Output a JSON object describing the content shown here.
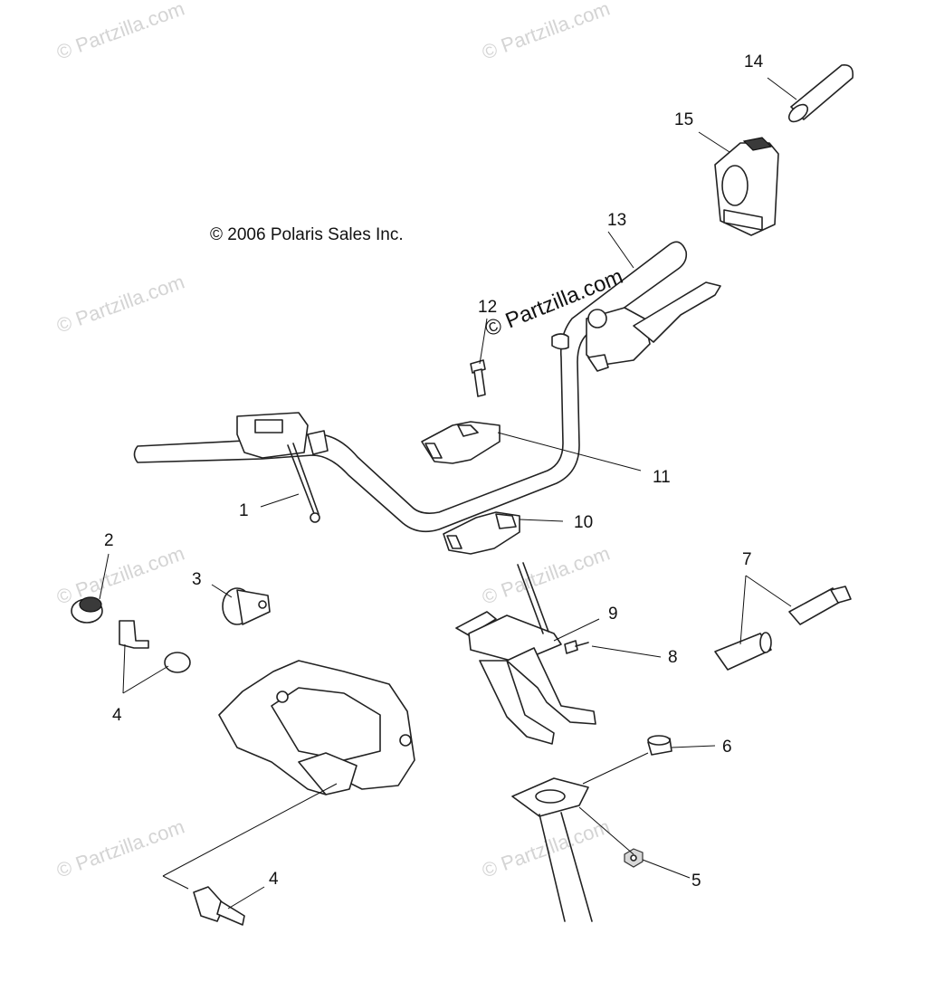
{
  "copyright": "© 2006 Polaris Sales Inc.",
  "watermark": "© Partzilla.com",
  "watermark_featured": "© Partzilla.com",
  "colors": {
    "line": "#222222",
    "watermark": "#d4d4d4",
    "background": "#ffffff"
  },
  "callouts": [
    "1",
    "2",
    "3",
    "4",
    "4",
    "5",
    "6",
    "7",
    "8",
    "9",
    "10",
    "11",
    "12",
    "13",
    "14",
    "15"
  ]
}
